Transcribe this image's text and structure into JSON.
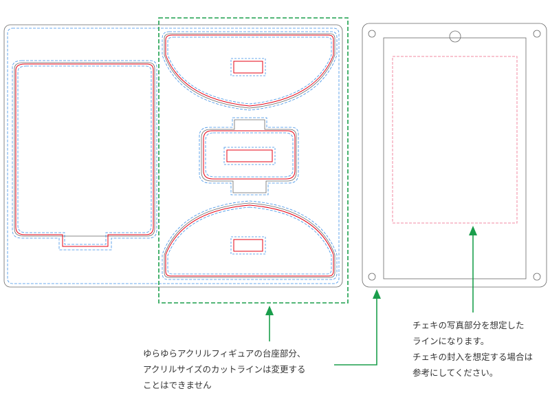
{
  "colors": {
    "cut_outline": "#666666",
    "bleed_line": "#3a8ee6",
    "acrylic_cut": "#e60012",
    "callout": "#1a9e4b",
    "photo_area": "#f08aa0",
    "text": "#333333"
  },
  "notes": {
    "base_description": {
      "lines": [
        "ゆらゆらアクリルフィギュアの台座部分、",
        "アクリルサイズのカットラインは変更する",
        "ことはできません"
      ]
    },
    "photo_description": {
      "lines": [
        "チェキの写真部分を想定した",
        "ラインになります。",
        "チェキの封入を想定する場合は",
        "参考にしてください。"
      ]
    }
  }
}
